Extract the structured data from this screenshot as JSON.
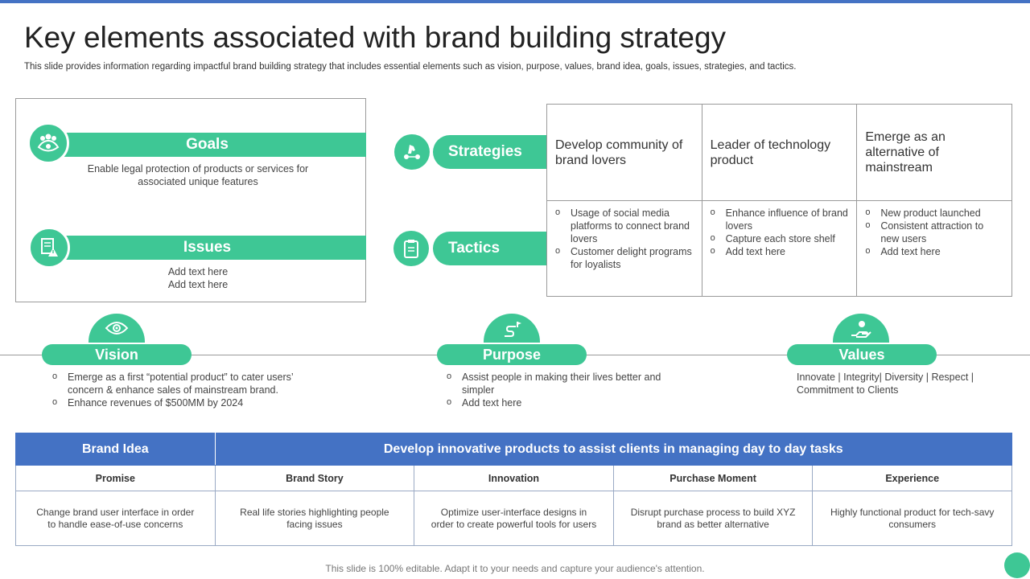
{
  "header": {
    "title": "Key elements associated with brand building strategy",
    "subtitle": "This slide provides information regarding impactful brand building strategy that includes essential elements such as vision, purpose, values, brand idea, goals, issues, strategies, and tactics."
  },
  "goals": {
    "label": "Goals",
    "text": "Enable legal protection of products or services for associated unique features",
    "icon": "people-group-icon"
  },
  "issues": {
    "label": "Issues",
    "lines": [
      "Add text here",
      "Add text here"
    ],
    "icon": "warning-document-icon"
  },
  "strategies": {
    "label": "Strategies",
    "icon": "chess-knight-icon"
  },
  "tactics": {
    "label": "Tactics",
    "icon": "clipboard-icon"
  },
  "strategy_table": {
    "headers": [
      "Develop community of  brand lovers",
      "Leader of technology product",
      "Emerge as an alternative of mainstream"
    ],
    "bullets": [
      [
        "Usage of social media platforms to connect brand lovers",
        "Customer delight programs for loyalists"
      ],
      [
        "Enhance influence of brand lovers",
        "Capture  each store shelf",
        "Add text here"
      ],
      [
        "New product launched",
        "Consistent attraction to new users",
        "Add text here"
      ]
    ]
  },
  "vision": {
    "label": "Vision",
    "icon": "eye-icon",
    "bullets": [
      "Emerge as a first “potential product” to cater users’ concern & enhance sales of mainstream brand.",
      "Enhance revenues  of $500MM by 2024"
    ]
  },
  "purpose": {
    "label": "Purpose",
    "icon": "path-flag-icon",
    "bullets": [
      "Assist people in making their lives better and simpler",
      "Add text here"
    ]
  },
  "values": {
    "label": "Values",
    "icon": "hand-care-icon",
    "text": "Innovate  | Integrity| Diversity  | Respect | Commitment to Clients"
  },
  "brand_table": {
    "idea_label": "Brand Idea",
    "idea_text": "Develop innovative products to assist clients in managing day to day tasks",
    "columns": [
      "Promise",
      "Brand Story",
      "Innovation",
      "Purchase Moment",
      "Experience"
    ],
    "cells": [
      "Change brand user interface in order to handle ease-of-use concerns",
      "Real life stories highlighting people facing issues",
      "Optimize user-interface designs in order to create powerful tools for users",
      "Disrupt purchase process to build XYZ brand as better alternative",
      "Highly functional product for tech-savy consumers"
    ]
  },
  "footer": {
    "text": "This slide is 100% editable. Adapt it to your needs and capture your audience's attention."
  },
  "colors": {
    "accent": "#3ec795",
    "blue": "#4472c4"
  }
}
